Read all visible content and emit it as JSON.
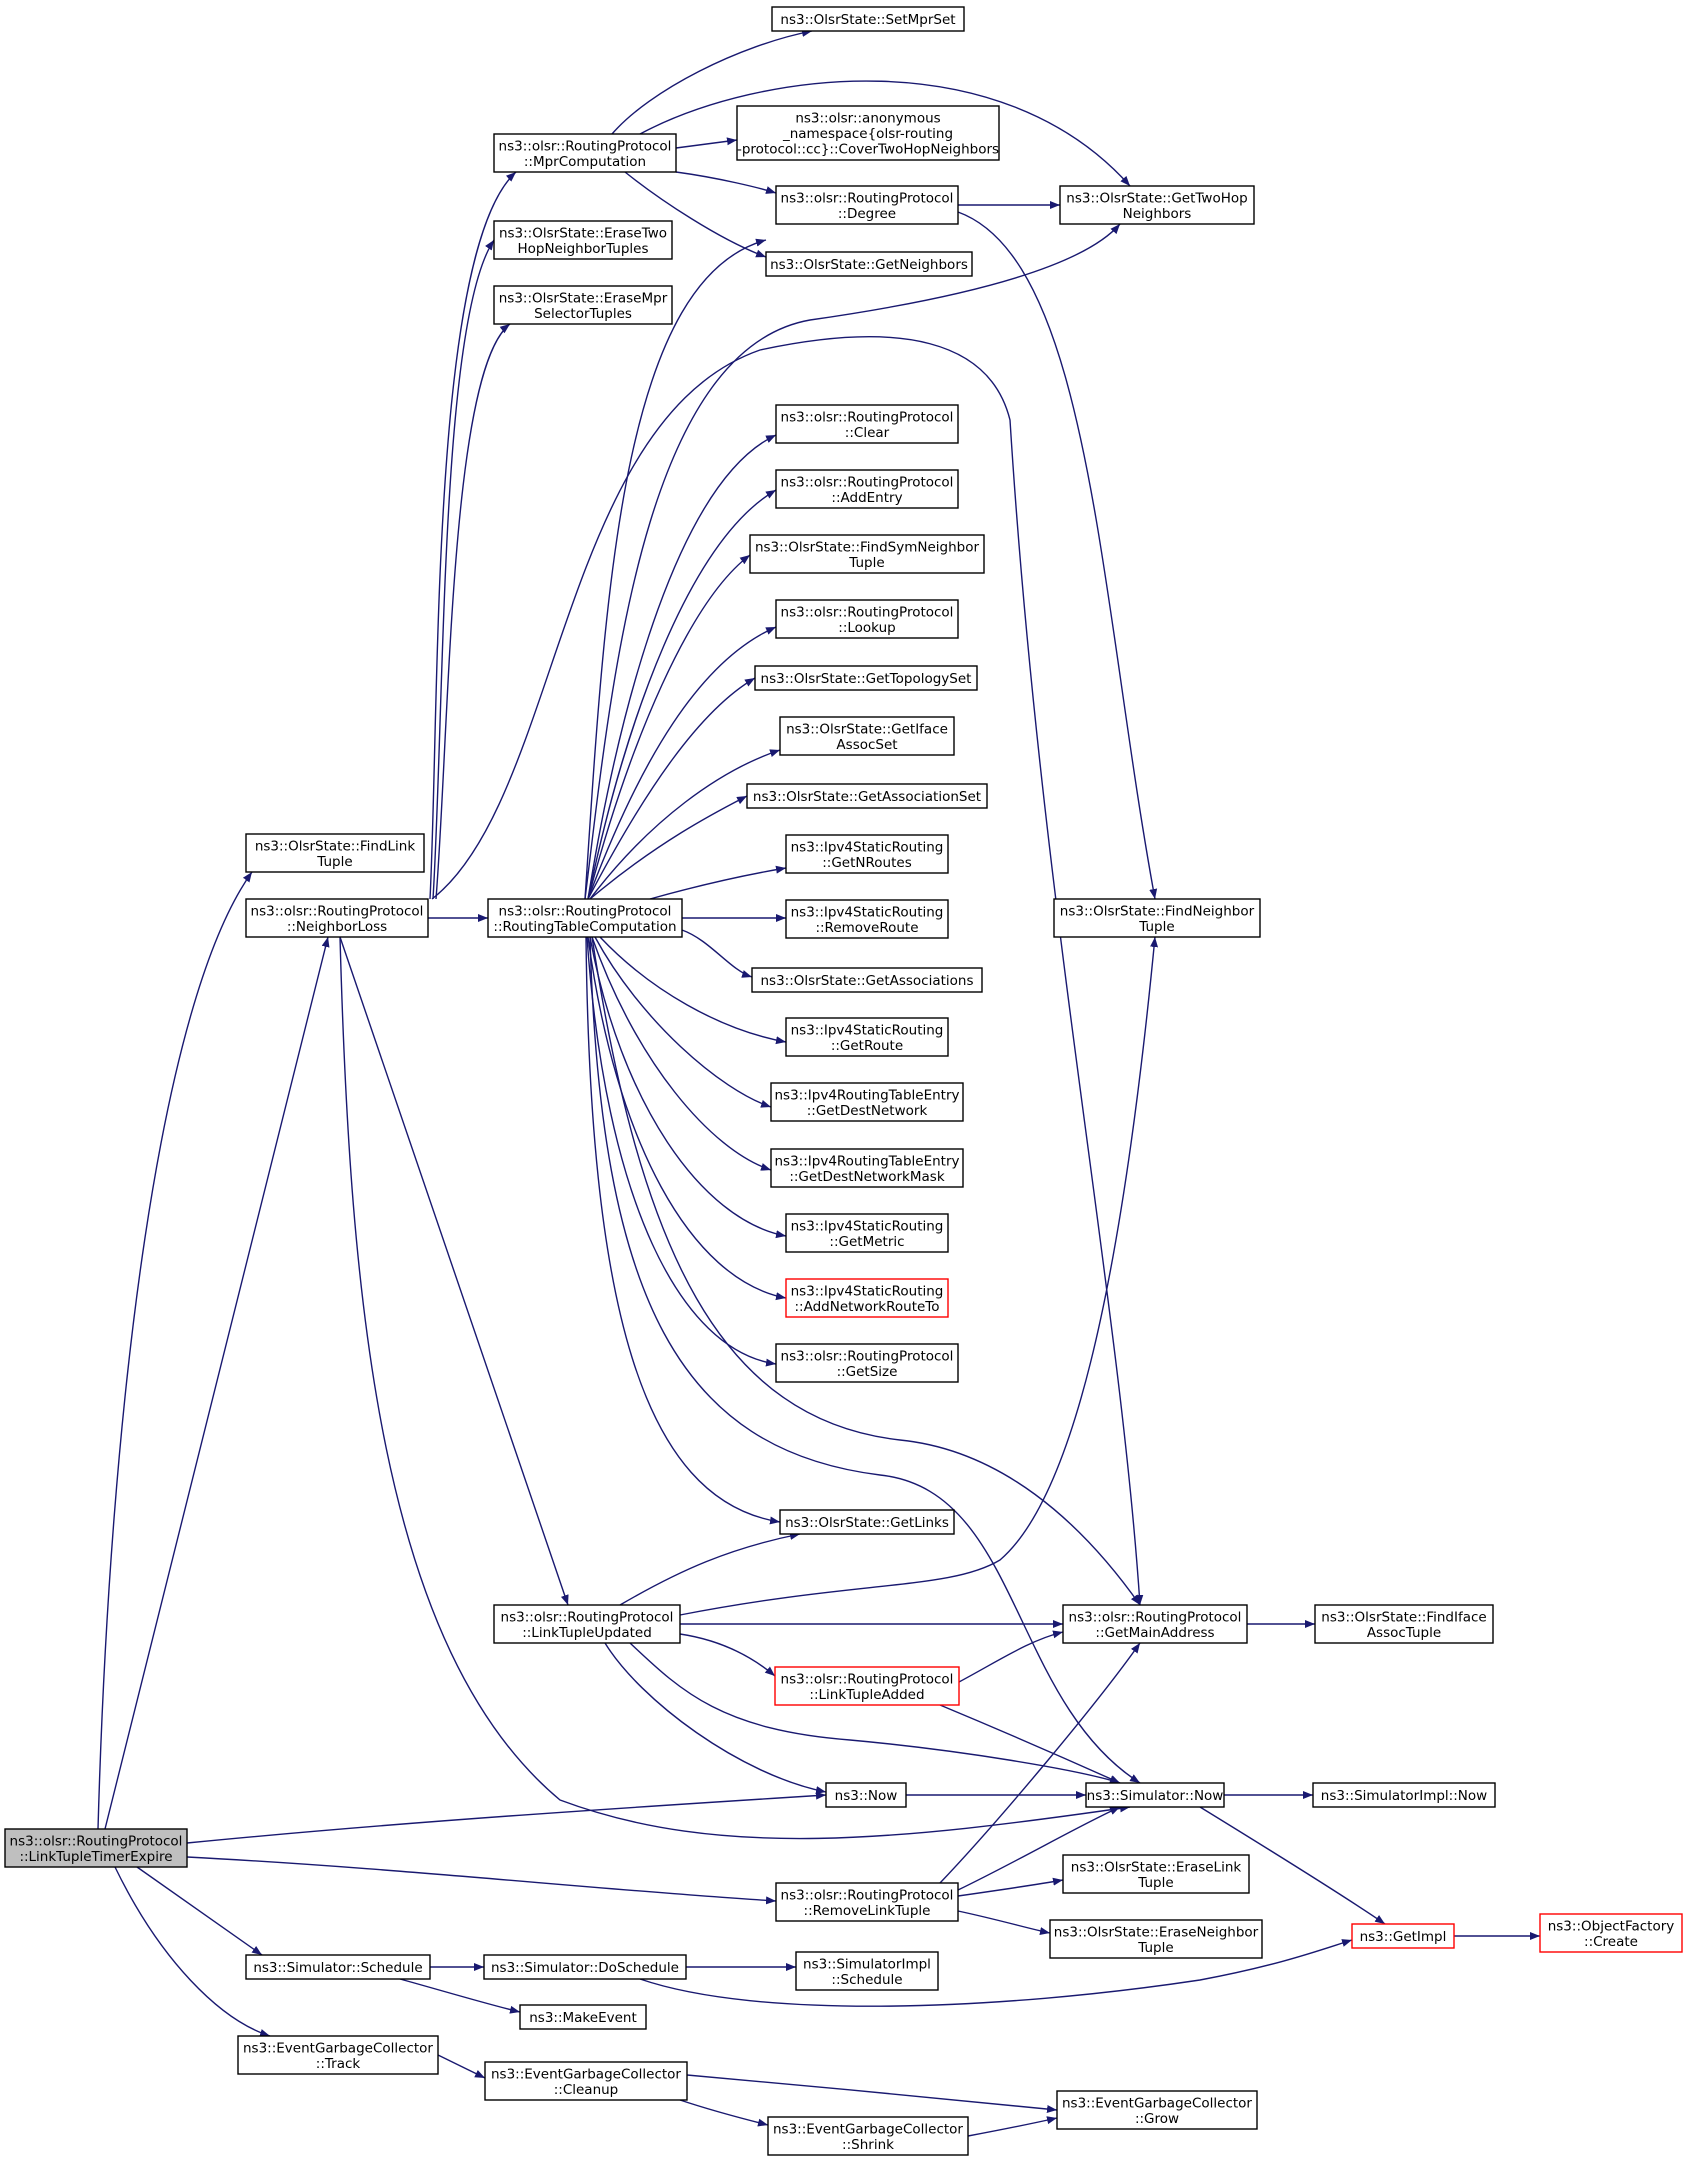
{
  "colors": {
    "edge": "#191970",
    "root_fill": "#bfbfbf",
    "truncated_border": "#ff0000"
  },
  "nodes": [
    {
      "id": "root",
      "lines": [
        "ns3::olsr::RoutingProtocol",
        "::LinkTupleTimerExpire"
      ],
      "root": true
    },
    {
      "id": "findlink",
      "lines": [
        "ns3::OlsrState::FindLink",
        "Tuple"
      ]
    },
    {
      "id": "nloss",
      "lines": [
        "ns3::olsr::RoutingProtocol",
        "::NeighborLoss"
      ]
    },
    {
      "id": "sched",
      "lines": [
        "ns3::Simulator::Schedule"
      ]
    },
    {
      "id": "egctrack",
      "lines": [
        "ns3::EventGarbageCollector",
        "::Track"
      ]
    },
    {
      "id": "mprcomp",
      "lines": [
        "ns3::olsr::RoutingProtocol",
        "::MprComputation"
      ]
    },
    {
      "id": "erase2hop",
      "lines": [
        "ns3::OlsrState::EraseTwo",
        "HopNeighborTuples"
      ]
    },
    {
      "id": "erasempr",
      "lines": [
        "ns3::OlsrState::EraseMpr",
        "SelectorTuples"
      ]
    },
    {
      "id": "rtcomp",
      "lines": [
        "ns3::olsr::RoutingProtocol",
        "::RoutingTableComputation"
      ]
    },
    {
      "id": "ltupd",
      "lines": [
        "ns3::olsr::RoutingProtocol",
        "::LinkTupleUpdated"
      ]
    },
    {
      "id": "dosched",
      "lines": [
        "ns3::Simulator::DoSchedule"
      ]
    },
    {
      "id": "makeev",
      "lines": [
        "ns3::MakeEvent"
      ]
    },
    {
      "id": "egcclean",
      "lines": [
        "ns3::EventGarbageCollector",
        "::Cleanup"
      ]
    },
    {
      "id": "setmpr",
      "lines": [
        "ns3::OlsrState::SetMprSet"
      ]
    },
    {
      "id": "cover2hop",
      "lines": [
        "ns3::olsr::anonymous",
        "_namespace{olsr-routing",
        "-protocol::cc}::CoverTwoHopNeighbors"
      ]
    },
    {
      "id": "degree",
      "lines": [
        "ns3::olsr::RoutingProtocol",
        "::Degree"
      ]
    },
    {
      "id": "getnb",
      "lines": [
        "ns3::OlsrState::GetNeighbors"
      ]
    },
    {
      "id": "clear",
      "lines": [
        "ns3::olsr::RoutingProtocol",
        "::Clear"
      ]
    },
    {
      "id": "addentry",
      "lines": [
        "ns3::olsr::RoutingProtocol",
        "::AddEntry"
      ]
    },
    {
      "id": "findsym",
      "lines": [
        "ns3::OlsrState::FindSymNeighbor",
        "Tuple"
      ]
    },
    {
      "id": "lookup",
      "lines": [
        "ns3::olsr::RoutingProtocol",
        "::Lookup"
      ]
    },
    {
      "id": "gettopo",
      "lines": [
        "ns3::OlsrState::GetTopologySet"
      ]
    },
    {
      "id": "getiface",
      "lines": [
        "ns3::OlsrState::GetIface",
        "AssocSet"
      ]
    },
    {
      "id": "getassocset",
      "lines": [
        "ns3::OlsrState::GetAssociationSet"
      ]
    },
    {
      "id": "getnroutes",
      "lines": [
        "ns3::Ipv4StaticRouting",
        "::GetNRoutes"
      ]
    },
    {
      "id": "rmroute",
      "lines": [
        "ns3::Ipv4StaticRouting",
        "::RemoveRoute"
      ]
    },
    {
      "id": "getassoc",
      "lines": [
        "ns3::OlsrState::GetAssociations"
      ]
    },
    {
      "id": "getroute",
      "lines": [
        "ns3::Ipv4StaticRouting",
        "::GetRoute"
      ]
    },
    {
      "id": "getdestnet",
      "lines": [
        "ns3::Ipv4RoutingTableEntry",
        "::GetDestNetwork"
      ]
    },
    {
      "id": "getdestmask",
      "lines": [
        "ns3::Ipv4RoutingTableEntry",
        "::GetDestNetworkMask"
      ]
    },
    {
      "id": "getmetric",
      "lines": [
        "ns3::Ipv4StaticRouting",
        "::GetMetric"
      ]
    },
    {
      "id": "addnetroute",
      "lines": [
        "ns3::Ipv4StaticRouting",
        "::AddNetworkRouteTo"
      ],
      "red": true
    },
    {
      "id": "getsize",
      "lines": [
        "ns3::olsr::RoutingProtocol",
        "::GetSize"
      ]
    },
    {
      "id": "getlinks",
      "lines": [
        "ns3::OlsrState::GetLinks"
      ]
    },
    {
      "id": "ltadded",
      "lines": [
        "ns3::olsr::RoutingProtocol",
        "::LinkTupleAdded"
      ],
      "red": true
    },
    {
      "id": "now",
      "lines": [
        "ns3::Now"
      ]
    },
    {
      "id": "rmlt",
      "lines": [
        "ns3::olsr::RoutingProtocol",
        "::RemoveLinkTuple"
      ]
    },
    {
      "id": "simimplsched",
      "lines": [
        "ns3::SimulatorImpl",
        "::Schedule"
      ]
    },
    {
      "id": "egcshrink",
      "lines": [
        "ns3::EventGarbageCollector",
        "::Shrink"
      ]
    },
    {
      "id": "get2hop",
      "lines": [
        "ns3::OlsrState::GetTwoHop",
        "Neighbors"
      ]
    },
    {
      "id": "findnb",
      "lines": [
        "ns3::OlsrState::FindNeighbor",
        "Tuple"
      ]
    },
    {
      "id": "getmain",
      "lines": [
        "ns3::olsr::RoutingProtocol",
        "::GetMainAddress"
      ]
    },
    {
      "id": "simnow",
      "lines": [
        "ns3::Simulator::Now"
      ]
    },
    {
      "id": "eraselink",
      "lines": [
        "ns3::OlsrState::EraseLink",
        "Tuple"
      ]
    },
    {
      "id": "erasenb",
      "lines": [
        "ns3::OlsrState::EraseNeighbor",
        "Tuple"
      ]
    },
    {
      "id": "egcgrow",
      "lines": [
        "ns3::EventGarbageCollector",
        "::Grow"
      ]
    },
    {
      "id": "findiface",
      "lines": [
        "ns3::OlsrState::FindIface",
        "AssocTuple"
      ]
    },
    {
      "id": "simimplnow",
      "lines": [
        "ns3::SimulatorImpl::Now"
      ]
    },
    {
      "id": "getimpl",
      "lines": [
        "ns3::GetImpl"
      ],
      "red": true
    },
    {
      "id": "objfact",
      "lines": [
        "ns3::ObjectFactory",
        "::Create"
      ],
      "red": true
    }
  ],
  "edges": [
    {
      "from": "root",
      "to": "findlink"
    },
    {
      "from": "root",
      "to": "nloss"
    },
    {
      "from": "root",
      "to": "now"
    },
    {
      "from": "root",
      "to": "rmlt"
    },
    {
      "from": "root",
      "to": "sched"
    },
    {
      "from": "root",
      "to": "egctrack"
    },
    {
      "from": "nloss",
      "to": "mprcomp"
    },
    {
      "from": "nloss",
      "to": "erase2hop"
    },
    {
      "from": "nloss",
      "to": "erasempr"
    },
    {
      "from": "nloss",
      "to": "rtcomp"
    },
    {
      "from": "nloss",
      "to": "ltupd"
    },
    {
      "from": "nloss",
      "to": "getmain"
    },
    {
      "from": "nloss",
      "to": "simnow"
    },
    {
      "from": "mprcomp",
      "to": "setmpr"
    },
    {
      "from": "mprcomp",
      "to": "cover2hop"
    },
    {
      "from": "mprcomp",
      "to": "degree"
    },
    {
      "from": "mprcomp",
      "to": "getnb"
    },
    {
      "from": "mprcomp",
      "to": "get2hop"
    },
    {
      "from": "degree",
      "to": "get2hop"
    },
    {
      "from": "degree",
      "to": "findnb"
    },
    {
      "from": "rtcomp",
      "to": "getnb"
    },
    {
      "from": "rtcomp",
      "to": "get2hop"
    },
    {
      "from": "rtcomp",
      "to": "clear"
    },
    {
      "from": "rtcomp",
      "to": "addentry"
    },
    {
      "from": "rtcomp",
      "to": "findsym"
    },
    {
      "from": "rtcomp",
      "to": "lookup"
    },
    {
      "from": "rtcomp",
      "to": "gettopo"
    },
    {
      "from": "rtcomp",
      "to": "getiface"
    },
    {
      "from": "rtcomp",
      "to": "getassocset"
    },
    {
      "from": "rtcomp",
      "to": "getnroutes"
    },
    {
      "from": "rtcomp",
      "to": "rmroute"
    },
    {
      "from": "rtcomp",
      "to": "getassoc"
    },
    {
      "from": "rtcomp",
      "to": "getroute"
    },
    {
      "from": "rtcomp",
      "to": "getdestnet"
    },
    {
      "from": "rtcomp",
      "to": "getdestmask"
    },
    {
      "from": "rtcomp",
      "to": "getmetric"
    },
    {
      "from": "rtcomp",
      "to": "addnetroute"
    },
    {
      "from": "rtcomp",
      "to": "getsize"
    },
    {
      "from": "rtcomp",
      "to": "getlinks"
    },
    {
      "from": "rtcomp",
      "to": "getmain"
    },
    {
      "from": "rtcomp",
      "to": "simnow"
    },
    {
      "from": "ltupd",
      "to": "getlinks"
    },
    {
      "from": "ltupd",
      "to": "findnb"
    },
    {
      "from": "ltupd",
      "to": "getmain"
    },
    {
      "from": "ltupd",
      "to": "ltadded"
    },
    {
      "from": "ltupd",
      "to": "simnow"
    },
    {
      "from": "ltupd",
      "to": "now"
    },
    {
      "from": "ltadded",
      "to": "getmain"
    },
    {
      "from": "ltadded",
      "to": "simnow"
    },
    {
      "from": "now",
      "to": "simnow"
    },
    {
      "from": "rmlt",
      "to": "getmain"
    },
    {
      "from": "rmlt",
      "to": "simnow"
    },
    {
      "from": "rmlt",
      "to": "eraselink"
    },
    {
      "from": "rmlt",
      "to": "erasenb"
    },
    {
      "from": "sched",
      "to": "dosched"
    },
    {
      "from": "sched",
      "to": "makeev"
    },
    {
      "from": "dosched",
      "to": "simimplsched"
    },
    {
      "from": "dosched",
      "to": "getimpl"
    },
    {
      "from": "egctrack",
      "to": "egcclean"
    },
    {
      "from": "egcclean",
      "to": "egcgrow"
    },
    {
      "from": "egcclean",
      "to": "egcshrink"
    },
    {
      "from": "egcshrink",
      "to": "egcgrow"
    },
    {
      "from": "getmain",
      "to": "findiface"
    },
    {
      "from": "simnow",
      "to": "simimplnow"
    },
    {
      "from": "simnow",
      "to": "getimpl"
    },
    {
      "from": "getimpl",
      "to": "objfact"
    }
  ]
}
